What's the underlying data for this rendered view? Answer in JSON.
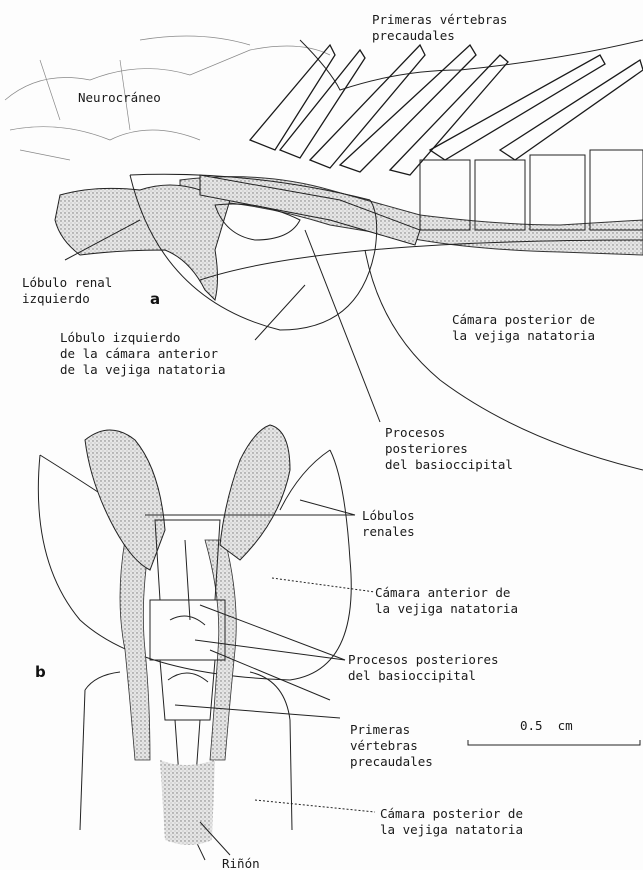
{
  "labels": {
    "primeras_vertebras_a": "Primeras vértebras\nprecaudales",
    "neurocraneo": "Neurocráneo",
    "lobulo_renal_izquierdo": "Lóbulo renal\nizquierdo",
    "panel_a": "a",
    "lobulo_izquierdo_camara": "Lóbulo izquierdo\nde la cámara anterior\nde la vejiga natatoria",
    "camara_posterior_a": "Cámara posterior de\nla vejiga natatoria",
    "procesos_a": "Procesos\nposteriores\ndel basioccipital",
    "lobulos_renales": "Lóbulos\nrenales",
    "camara_anterior_b": "Cámara anterior de\nla vejiga natatoria",
    "panel_b": "b",
    "procesos_b": "Procesos posteriores\ndel basioccipital",
    "primeras_vertebras_b": "Primeras\nvértebras\nprecaudales",
    "scale_bar": "0.5  cm",
    "camara_posterior_b": "Cámara posterior de\nla vejiga natatoria",
    "rinon": "Riñón"
  }
}
